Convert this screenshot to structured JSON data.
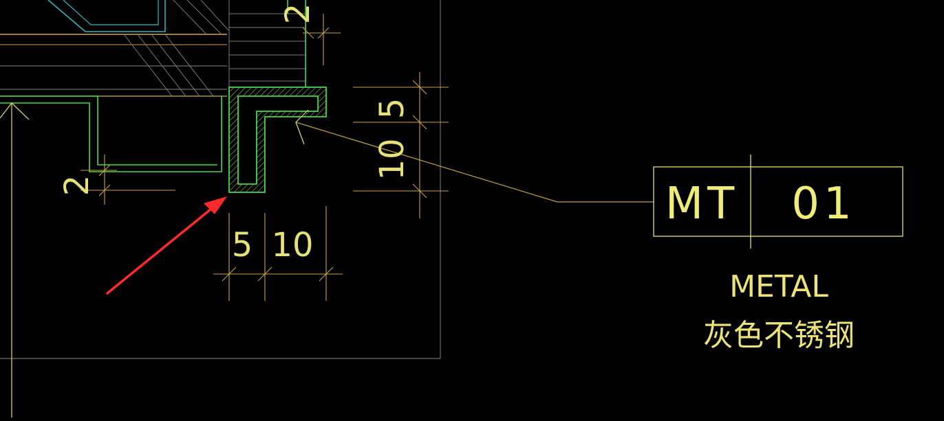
{
  "dimensions": {
    "top_partial": "2",
    "left": "2",
    "right_upper": "5",
    "right_lower": "10",
    "bottom_left": "5",
    "bottom_right": "10"
  },
  "tag": {
    "code": "MT",
    "number": "01"
  },
  "legend": {
    "material": "METAL",
    "description": "灰色不锈钢"
  },
  "colors": {
    "background": "#000000",
    "detail_line": "#47d94a",
    "hatch": "#8ea14a",
    "cyan_line": "#33b6c4",
    "orange_line": "#d6a64d",
    "dimension": "#e6e27a",
    "gray_frame": "#6f6f6f",
    "arrow": "#ff2a2a"
  }
}
